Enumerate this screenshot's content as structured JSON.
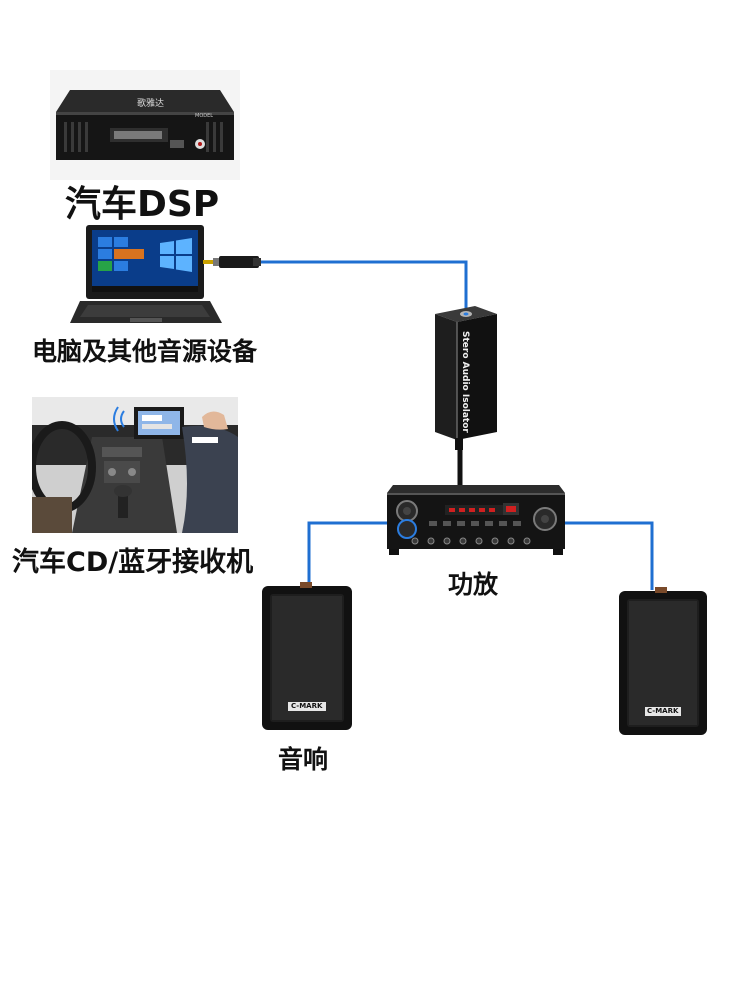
{
  "labels": {
    "dsp": "汽车DSP",
    "computer": "电脑及其他音源设备",
    "car_cd": "汽车CD/蓝牙接收机",
    "amplifier": "功放",
    "speaker": "音响"
  },
  "dsp_device": {
    "logo_text": "歌雅达",
    "model_text": "MODEL"
  },
  "isolator": {
    "printed_text": "Stero Audio Isolator"
  },
  "speakers": {
    "brand_badge": "C-MARK"
  },
  "colors": {
    "wire": "#1f6fd1",
    "device_dark": "#1a1a1a",
    "label": "#111111"
  }
}
